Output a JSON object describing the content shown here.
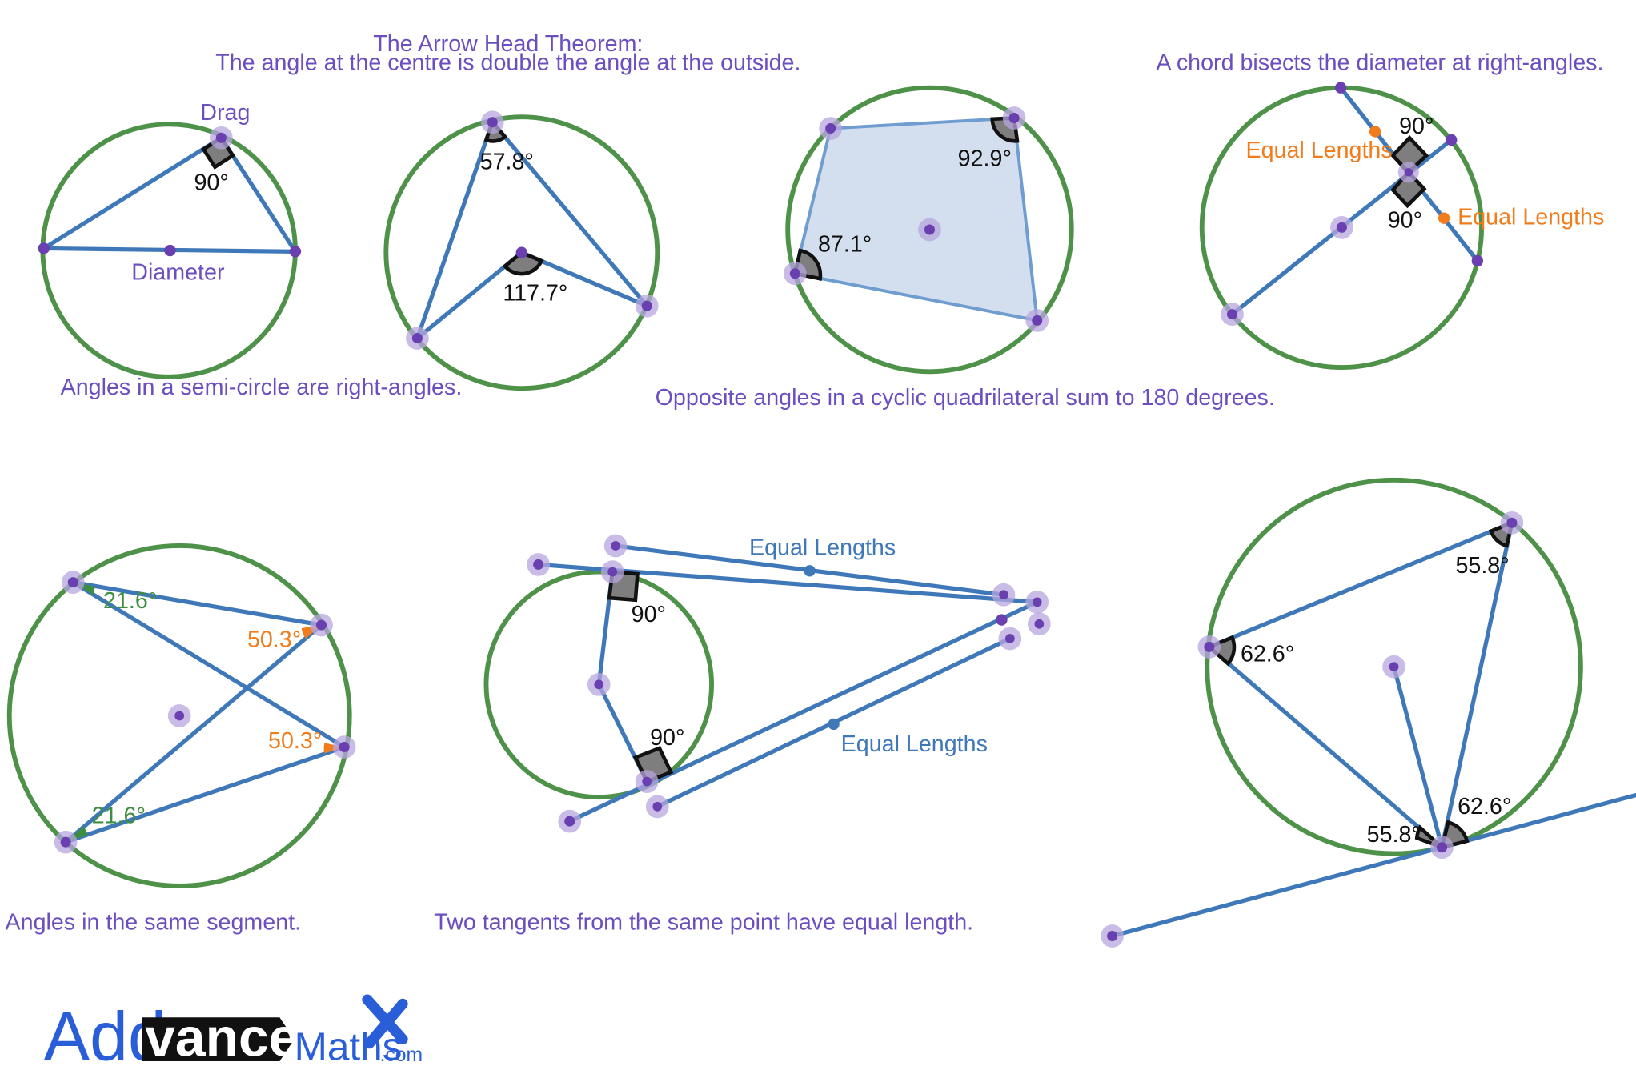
{
  "captions": {
    "arrowhead_title": "The Arrow Head Theorem:",
    "arrowhead_body": "The angle at the centre is double the angle at the outside.",
    "chord": "A chord bisects the diameter at right-angles.",
    "semicircle": "Angles in a semi-circle are right-angles.",
    "cyclic": "Opposite angles in a cyclic quadrilateral sum to 180 degrees.",
    "segment": "Angles in the same segment.",
    "tangents": "Two tangents from the same point have equal length."
  },
  "labels": {
    "drag": "Drag",
    "diameter": "Diameter",
    "equal_lengths": "Equal Lengths"
  },
  "angles": {
    "semicircle": "90°",
    "arrow_outside": "57.8°",
    "arrow_centre": "117.7°",
    "cyclic_top": "92.9°",
    "cyclic_left": "87.1°",
    "chord_top": "90°",
    "chord_bottom": "90°",
    "segment_top_left": "21.6°",
    "segment_upper_right": "50.3°",
    "segment_lower_right": "50.3°",
    "segment_bottom_left": "21.6°",
    "tangent_top": "90°",
    "tangent_bottom": "90°",
    "alt_top": "55.8°",
    "alt_left": "62.6°",
    "alt_bottom_left": "55.8°",
    "alt_bottom_right": "62.6°"
  },
  "logo": {
    "part1": "Add",
    "part2": "vance",
    "part3": "Maths",
    "part4": ".com"
  },
  "colors": {
    "circle": "#4e9148",
    "segment": "#3f78b8",
    "caption": "#6b4fbf",
    "accent_orange": "#f07c1c",
    "angle_green": "#3e8e41",
    "quad_fill": "#d3deee",
    "logo_blue": "#2a5ed8"
  }
}
